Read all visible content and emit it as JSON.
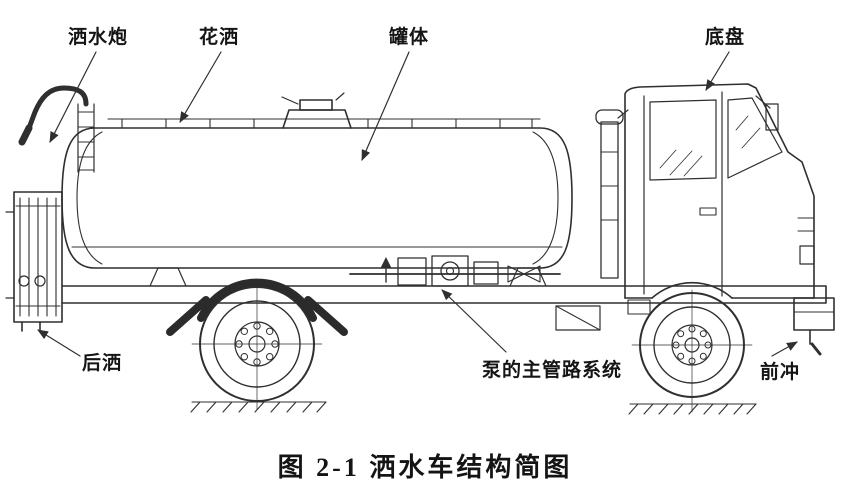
{
  "diagram": {
    "caption": "图 2-1 洒水车结构简图",
    "labels": {
      "water_cannon": "洒水炮",
      "sprinkler_head": "花洒",
      "tank_body": "罐体",
      "chassis": "底盘",
      "rear_spray": "后洒",
      "pump_main_pipeline": "泵的主管路系统",
      "front_flush": "前冲"
    },
    "colors": {
      "line": "#2f2f2f",
      "background": "#ffffff"
    }
  }
}
